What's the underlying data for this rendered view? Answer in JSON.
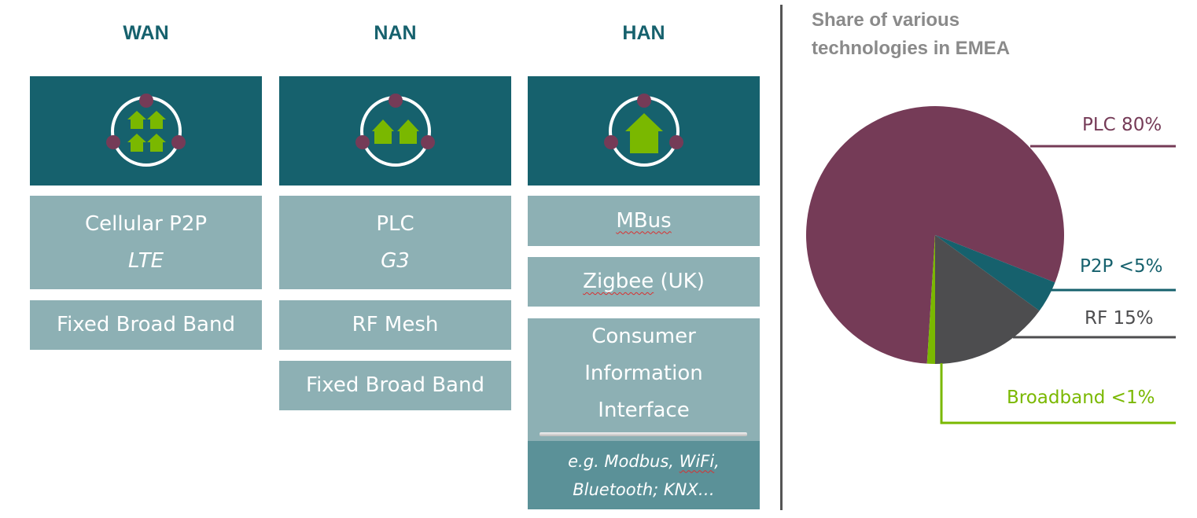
{
  "columns": [
    {
      "title": "WAN",
      "icon": "network-four-houses-icon",
      "cells": [
        {
          "line1": "Cellular P2P",
          "line2": "LTE"
        },
        {
          "line1": "Fixed Broad Band"
        }
      ]
    },
    {
      "title": "NAN",
      "icon": "network-two-houses-icon",
      "cells": [
        {
          "line1": "PLC",
          "line2": "G3"
        },
        {
          "line1": "RF Mesh"
        },
        {
          "line1": "Fixed Broad Band"
        }
      ]
    },
    {
      "title": "HAN",
      "icon": "network-single-house-icon",
      "cells": [
        {
          "line1": "MBus"
        },
        {
          "line1a": "Zigbee",
          "line1b": " (UK)"
        },
        {
          "line1": "Consumer",
          "line2": "Information",
          "line3": "Interface"
        }
      ],
      "examples": {
        "l1a": "e.g. Modbus, ",
        "l1b": "WiFi",
        "l1c": ",",
        "l2": "Bluetooth; KNX…"
      }
    }
  ],
  "pie": {
    "title_line1": "Share of various",
    "title_line2": "technologies  in EMEA"
  },
  "colors": {
    "teal_dark": "#16616d",
    "teal_light": "#8db0b4",
    "teal_mid": "#5b9198",
    "green": "#7ab800",
    "plum": "#753b57",
    "grey": "#4d4d4f"
  },
  "chart_data": {
    "type": "pie",
    "title": "Share of various technologies  in EMEA",
    "slices": [
      {
        "label": "PLC 80%",
        "value": 80,
        "color": "#753b57"
      },
      {
        "label": "P2P <5%",
        "value": 4,
        "color": "#16616d"
      },
      {
        "label": "RF 15%",
        "value": 15,
        "color": "#4d4d4f"
      },
      {
        "label": "Broadband <1%",
        "value": 1,
        "color": "#7ab800"
      }
    ],
    "legend": "callout-right"
  }
}
